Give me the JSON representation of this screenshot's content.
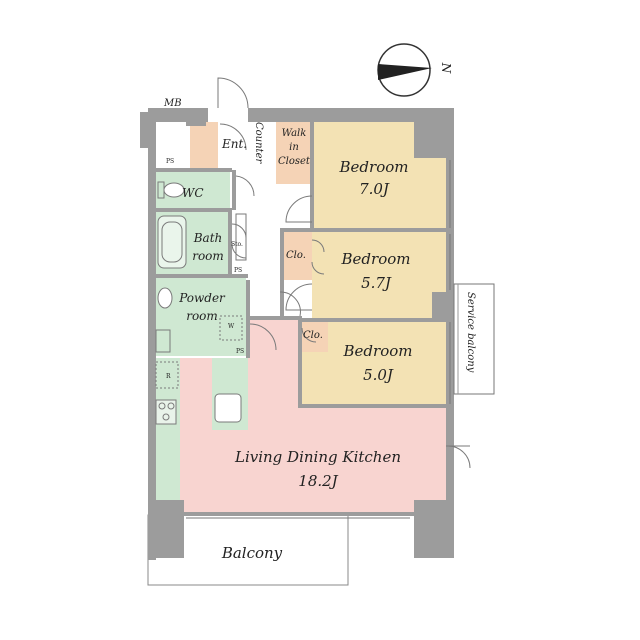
{
  "rooms": {
    "mb": "MB",
    "ent": "Ent.",
    "counter": "Counter",
    "walk_in_closet": [
      "Walk",
      "in",
      "Closet"
    ],
    "wc": "WC",
    "bathroom": [
      "Bath",
      "room"
    ],
    "sto": "Sto.",
    "powder_room": [
      "Powder",
      "room"
    ],
    "w": "W",
    "r": "R",
    "ps": "PS",
    "bedroom1": {
      "name": "Bedroom",
      "size": "7.0J"
    },
    "bedroom2": {
      "name": "Bedroom",
      "size": "5.7J"
    },
    "bedroom3": {
      "name": "Bedroom",
      "size": "5.0J"
    },
    "clo": "Clo.",
    "ldk": {
      "name": "Living Dining Kitchen",
      "size": "18.2J"
    },
    "balcony": "Balcony",
    "service_balcony": "Service balcony"
  },
  "compass": {
    "north": "N"
  },
  "colors": {
    "bedroom": "#f3e2b4",
    "ldk": "#f8d4d0",
    "wet": "#cfe8d2",
    "entry": "#f5d3b6",
    "wall": "#9c9c9c"
  }
}
